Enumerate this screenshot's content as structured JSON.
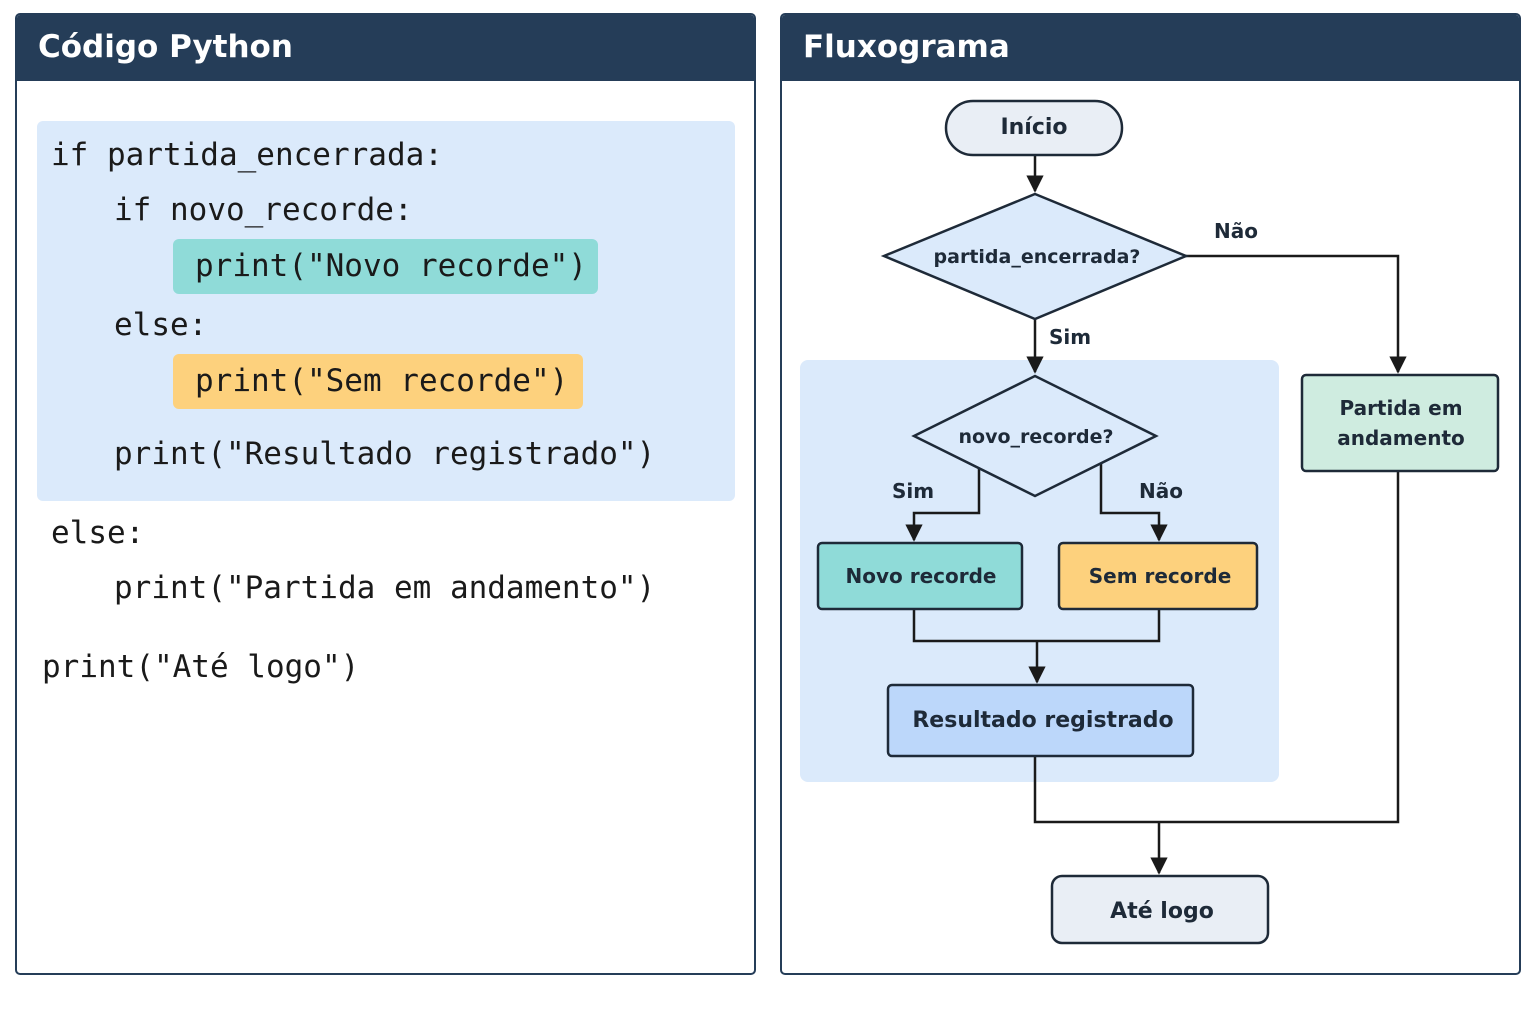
{
  "code_panel": {
    "title": "Código Python",
    "lines": [
      "if partida_encerrada:",
      "if novo_recorde:",
      "print(\"Novo recorde\")",
      "else:",
      "print(\"Sem recorde\")",
      "print(\"Resultado registrado\")",
      "else:",
      "print(\"Partida em andamento\")",
      "print(\"Até logo\")"
    ]
  },
  "flow_panel": {
    "title": "Fluxograma",
    "nodes": {
      "start": "Início",
      "decision_partida": "partida_encerrada?",
      "decision_recorde": "novo_recorde?",
      "novo_recorde": "Novo recorde",
      "sem_recorde": "Sem recorde",
      "resultado": "Resultado registrado",
      "andamento_line1": "Partida em",
      "andamento_line2": "andamento",
      "end": "Até logo"
    },
    "edge_labels": {
      "partida_nao": "Não",
      "partida_sim": "Sim",
      "recorde_sim": "Sim",
      "recorde_nao": "Não"
    }
  },
  "colors": {
    "header_bg": "#253d58",
    "block_bg": "#dbeafb",
    "teal": "#8fdbd8",
    "orange": "#fdd17d",
    "blue_box": "#bcd7fa",
    "start_end_fill": "#e9eef5",
    "green_box": "#cfece0"
  }
}
